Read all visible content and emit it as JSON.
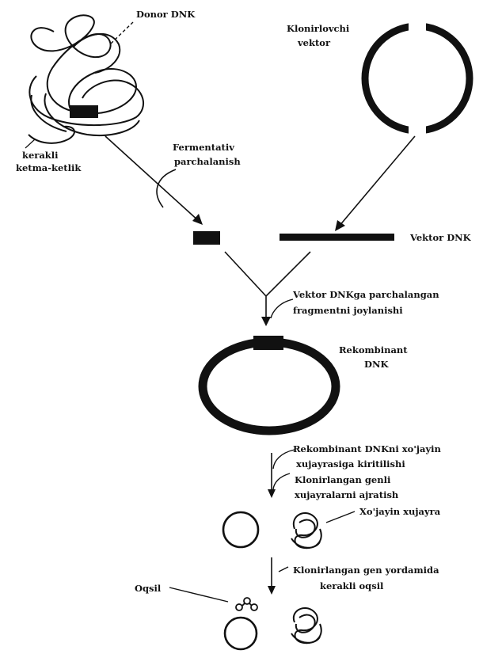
{
  "labels": {
    "donor_dnk": "Donor DNK",
    "kerakli_line1": "kerakli",
    "kerakli_line2": "ketma-ketlik",
    "klonirlovchi_line1": "Klonirlovchi",
    "klonirlovchi_line2": "vektor",
    "fermentativ_line1": "Fermentativ",
    "fermentativ_line2": "parchalanish",
    "vektor_dnk": "Vektor DNK",
    "joylanishi_line1": "Vektor DNKga parchalangan",
    "joylanishi_line2": "fragmentni joylanishi",
    "rekombinant_line1": "Rekombinant",
    "rekombinant_line2": "DNK",
    "kiritilishi_line1": "Rekombinant DNKni xo'jayin",
    "kiritilishi_line2": "xujayrasiga kiritilishi",
    "ajratish_line1": "Klonirlangan genli",
    "ajratish_line2": "xujayralarni ajratish",
    "xojayin": "Xo'jayin xujayra",
    "oqsil_step_line1": "Klonirlangan gen yordamida",
    "oqsil_step_line2": "kerakli oqsil",
    "oqsil": "Oqsil"
  },
  "colors": {
    "ink": "#111111",
    "background": "#ffffff"
  }
}
